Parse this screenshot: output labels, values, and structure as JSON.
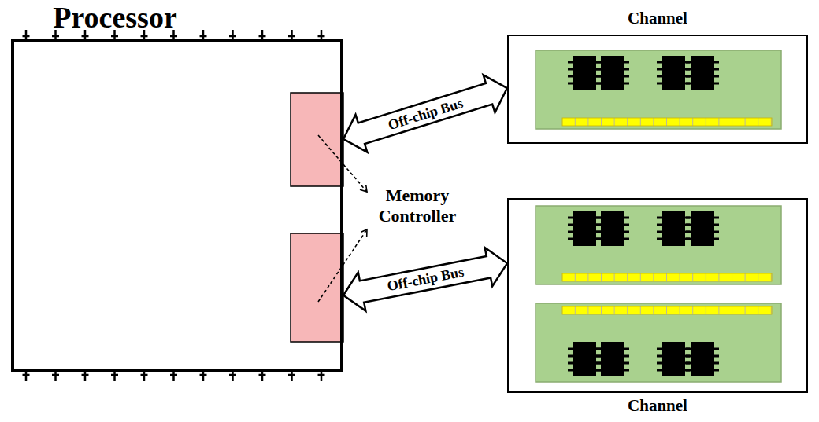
{
  "diagram": {
    "nodes": [
      {
        "text": [
          "Processor"
        ]
      },
      {
        "text": [
          "Channel"
        ]
      },
      {
        "text": [
          "Channel"
        ]
      }
    ],
    "edges": [
      {
        "from": 0,
        "to": 1,
        "arrow": "both",
        "label": "Off-chip Bus"
      },
      {
        "from": 0,
        "to": 2,
        "arrow": "both",
        "label": "Off-chip Bus"
      }
    ],
    "labels": [
      "Memory Controller"
    ]
  }
}
